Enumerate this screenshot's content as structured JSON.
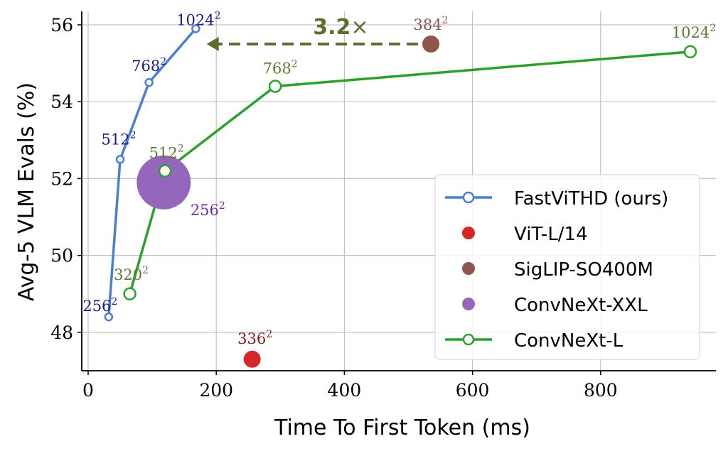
{
  "chart_data": {
    "type": "scatter",
    "xlabel": "Time To First Token (ms)",
    "ylabel": "Avg-5 VLM Evals (%)",
    "xlim": [
      -10,
      980
    ],
    "ylim": [
      47.0,
      56.35
    ],
    "xticks": [
      0,
      200,
      400,
      600,
      800
    ],
    "yticks": [
      48,
      50,
      52,
      54,
      56
    ],
    "grid": true,
    "legend_position": "lower-right",
    "series": [
      {
        "name": "FastViTHD (ours)",
        "color": "#4a7fd4",
        "label_color": "#1a1a8c",
        "marker": "open-circle",
        "line": true,
        "points": [
          {
            "x": 32,
            "y": 48.4,
            "label": "256",
            "sup": "2"
          },
          {
            "x": 50,
            "y": 52.5,
            "label": "512",
            "sup": "2"
          },
          {
            "x": 95,
            "y": 54.5,
            "label": "768",
            "sup": "2"
          },
          {
            "x": 168,
            "y": 55.9,
            "label": "1024",
            "sup": "2"
          }
        ]
      },
      {
        "name": "ViT-L/14",
        "color": "#d62728",
        "label_color": "#8b1a1a",
        "marker": "filled-circle",
        "line": false,
        "points": [
          {
            "x": 256,
            "y": 47.3,
            "label": "336",
            "sup": "2"
          }
        ]
      },
      {
        "name": "SigLIP-SO400M",
        "color": "#8c564b",
        "label_color": "#8c564b",
        "marker": "filled-circle",
        "line": false,
        "points": [
          {
            "x": 535,
            "y": 55.5,
            "label": "384",
            "sup": "2"
          }
        ]
      },
      {
        "name": "ConvNeXt-XXL",
        "color": "#9467bd",
        "label_color": "#6a2ea8",
        "marker": "filled-circle",
        "line": false,
        "size": "large",
        "points": [
          {
            "x": 118,
            "y": 51.9,
            "label": "256",
            "sup": "2"
          }
        ]
      },
      {
        "name": "ConvNeXt-L",
        "color": "#2ca02c",
        "label_color": "#5f7a35",
        "marker": "open-circle",
        "line": true,
        "points": [
          {
            "x": 65,
            "y": 49.0,
            "label": "320",
            "sup": "2"
          },
          {
            "x": 120,
            "y": 52.2,
            "label": "512",
            "sup": "2"
          },
          {
            "x": 292,
            "y": 54.4,
            "label": "768",
            "sup": "2"
          },
          {
            "x": 940,
            "y": 55.3,
            "label": "1024",
            "sup": "2"
          }
        ]
      }
    ],
    "annotation": {
      "text": "3.2",
      "suffix": "×",
      "color": "#5c6e2e",
      "arrow_from": {
        "x": 515,
        "y": 55.5
      },
      "arrow_to": {
        "x": 185,
        "y": 55.5
      }
    }
  }
}
